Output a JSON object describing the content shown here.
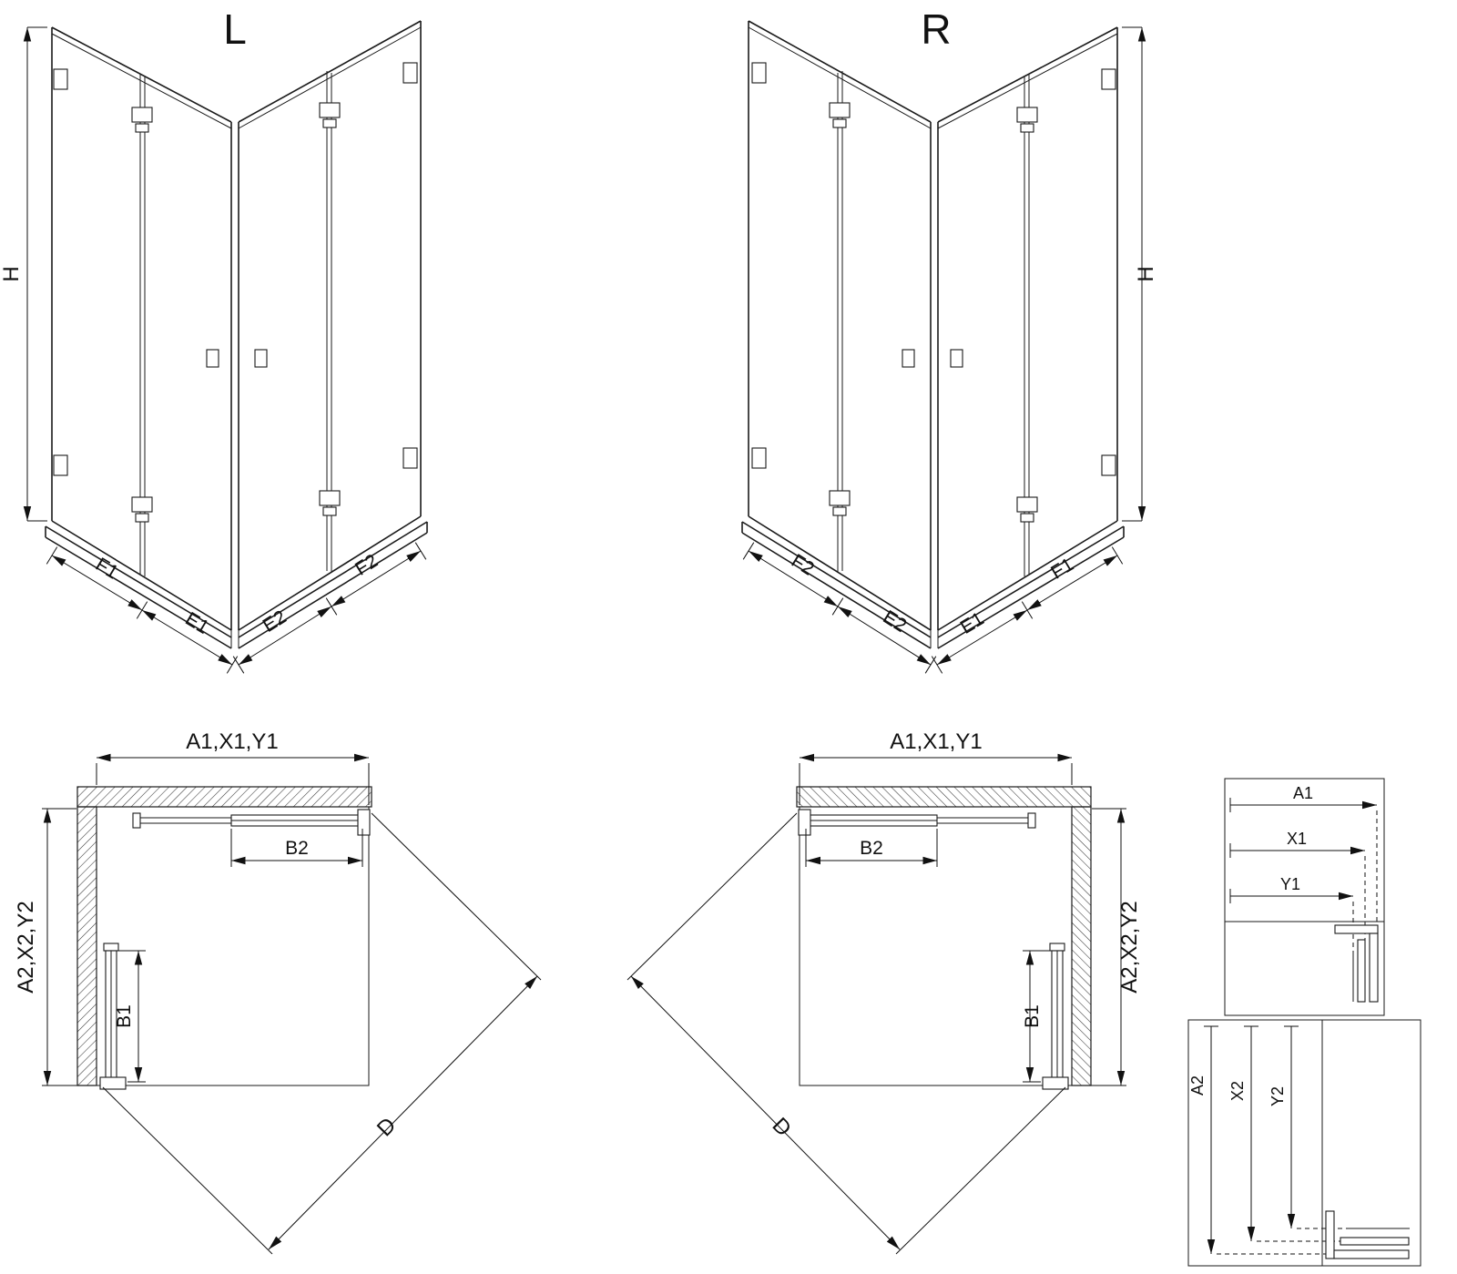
{
  "colors": {
    "line": "#1a1a1a",
    "background": "#ffffff"
  },
  "iso_left": {
    "view_label": "L",
    "height_dim": "H",
    "bottom_dims": [
      "F1",
      "E1",
      "E2",
      "F2"
    ]
  },
  "iso_right": {
    "view_label": "R",
    "height_dim": "H",
    "bottom_dims": [
      "F2",
      "E2",
      "E1",
      "F1"
    ]
  },
  "plan_left": {
    "top_dim": "A1,X1,Y1",
    "side_dim": "A2,X2,Y2",
    "door_top_dim": "B2",
    "door_side_dim": "B1",
    "diagonal_dim": "D"
  },
  "plan_right": {
    "top_dim": "A1,X1,Y1",
    "side_dim": "A2,X2,Y2",
    "door_top_dim": "B2",
    "door_side_dim": "B1",
    "diagonal_dim": "D"
  },
  "detail_horizontal": {
    "dims": [
      "A1",
      "X1",
      "Y1"
    ]
  },
  "detail_vertical": {
    "dims": [
      "A2",
      "X2",
      "Y2"
    ]
  }
}
